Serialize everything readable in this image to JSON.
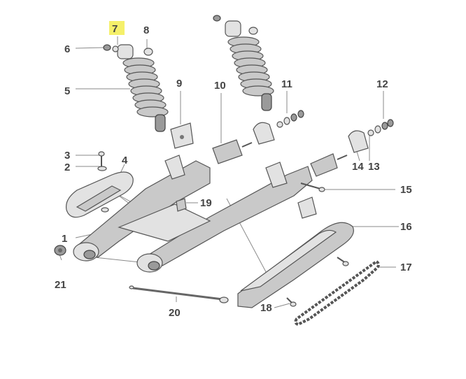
{
  "diagram": {
    "highlight_color": "#f5f06a",
    "callouts": [
      {
        "id": "1",
        "label": "1"
      },
      {
        "id": "2",
        "label": "2"
      },
      {
        "id": "3",
        "label": "3"
      },
      {
        "id": "4",
        "label": "4"
      },
      {
        "id": "5",
        "label": "5"
      },
      {
        "id": "6",
        "label": "6"
      },
      {
        "id": "7",
        "label": "7",
        "highlighted": true
      },
      {
        "id": "8",
        "label": "8"
      },
      {
        "id": "9",
        "label": "9"
      },
      {
        "id": "10",
        "label": "10"
      },
      {
        "id": "11",
        "label": "11"
      },
      {
        "id": "12",
        "label": "12"
      },
      {
        "id": "13",
        "label": "13"
      },
      {
        "id": "14",
        "label": "14"
      },
      {
        "id": "15",
        "label": "15"
      },
      {
        "id": "16",
        "label": "16"
      },
      {
        "id": "17",
        "label": "17"
      },
      {
        "id": "18",
        "label": "18"
      },
      {
        "id": "19",
        "label": "19"
      },
      {
        "id": "20",
        "label": "20"
      },
      {
        "id": "21",
        "label": "21"
      }
    ]
  }
}
